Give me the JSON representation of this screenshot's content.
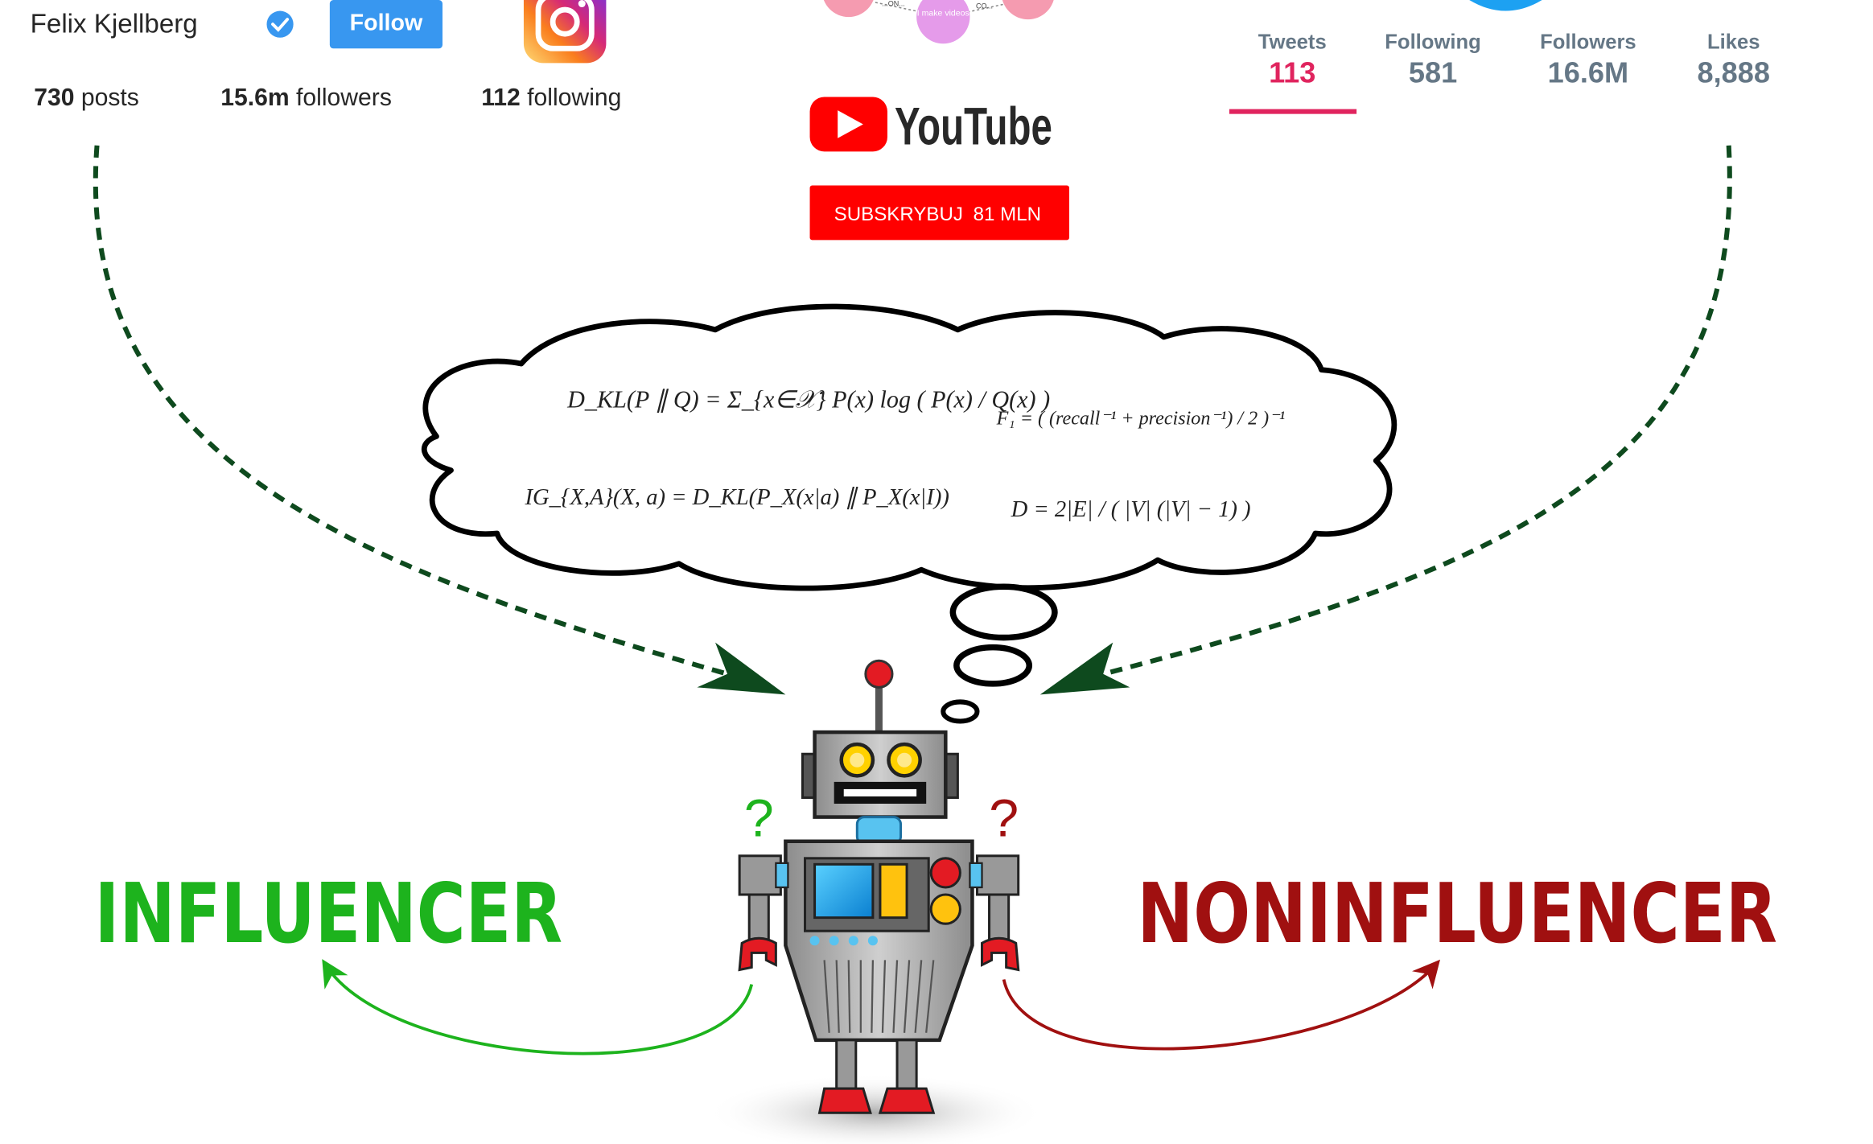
{
  "instagram": {
    "username": "Felix Kjellberg",
    "follow_label": "Follow",
    "posts_count": "730",
    "posts_label": "posts",
    "followers_count": "15.6m",
    "followers_label": "followers",
    "following_count": "112",
    "following_label": "following"
  },
  "youtube": {
    "mini_graph_labels": [
      "I make videos",
      "CO...",
      "...ON..."
    ],
    "logo_text": "YouTube",
    "subscribe_label": "SUBSKRYBUJ",
    "subscribe_count": "81 MLN"
  },
  "twitter": {
    "stats": [
      {
        "label": "Tweets",
        "value": "113"
      },
      {
        "label": "Following",
        "value": "581"
      },
      {
        "label": "Followers",
        "value": "16.6M"
      },
      {
        "label": "Likes",
        "value": "8,888"
      }
    ]
  },
  "formulas": {
    "kl": "D_KL(P ∥ Q) = Σ_{x∈𝒳} P(x) log ( P(x) / Q(x) )",
    "f1": "F₁ = ( (recall⁻¹ + precision⁻¹) / 2 )⁻¹",
    "ig": "IG_{X,A}(X, a) = D_KL(P_X(x|a) ∥ P_X(x|I))",
    "density": "D = 2|E| / ( |V| (|V| − 1) )"
  },
  "classes": {
    "left": "INFLUENCER",
    "right": "NONINFLUENCER",
    "question_mark": "?"
  },
  "colors": {
    "green": "#1db31d",
    "dark_red": "#a01010",
    "arrow_dark_green": "#0e4a1e",
    "follow_blue": "#3897f0",
    "youtube_red": "#ff0000",
    "twitter_pink": "#e0245e"
  }
}
